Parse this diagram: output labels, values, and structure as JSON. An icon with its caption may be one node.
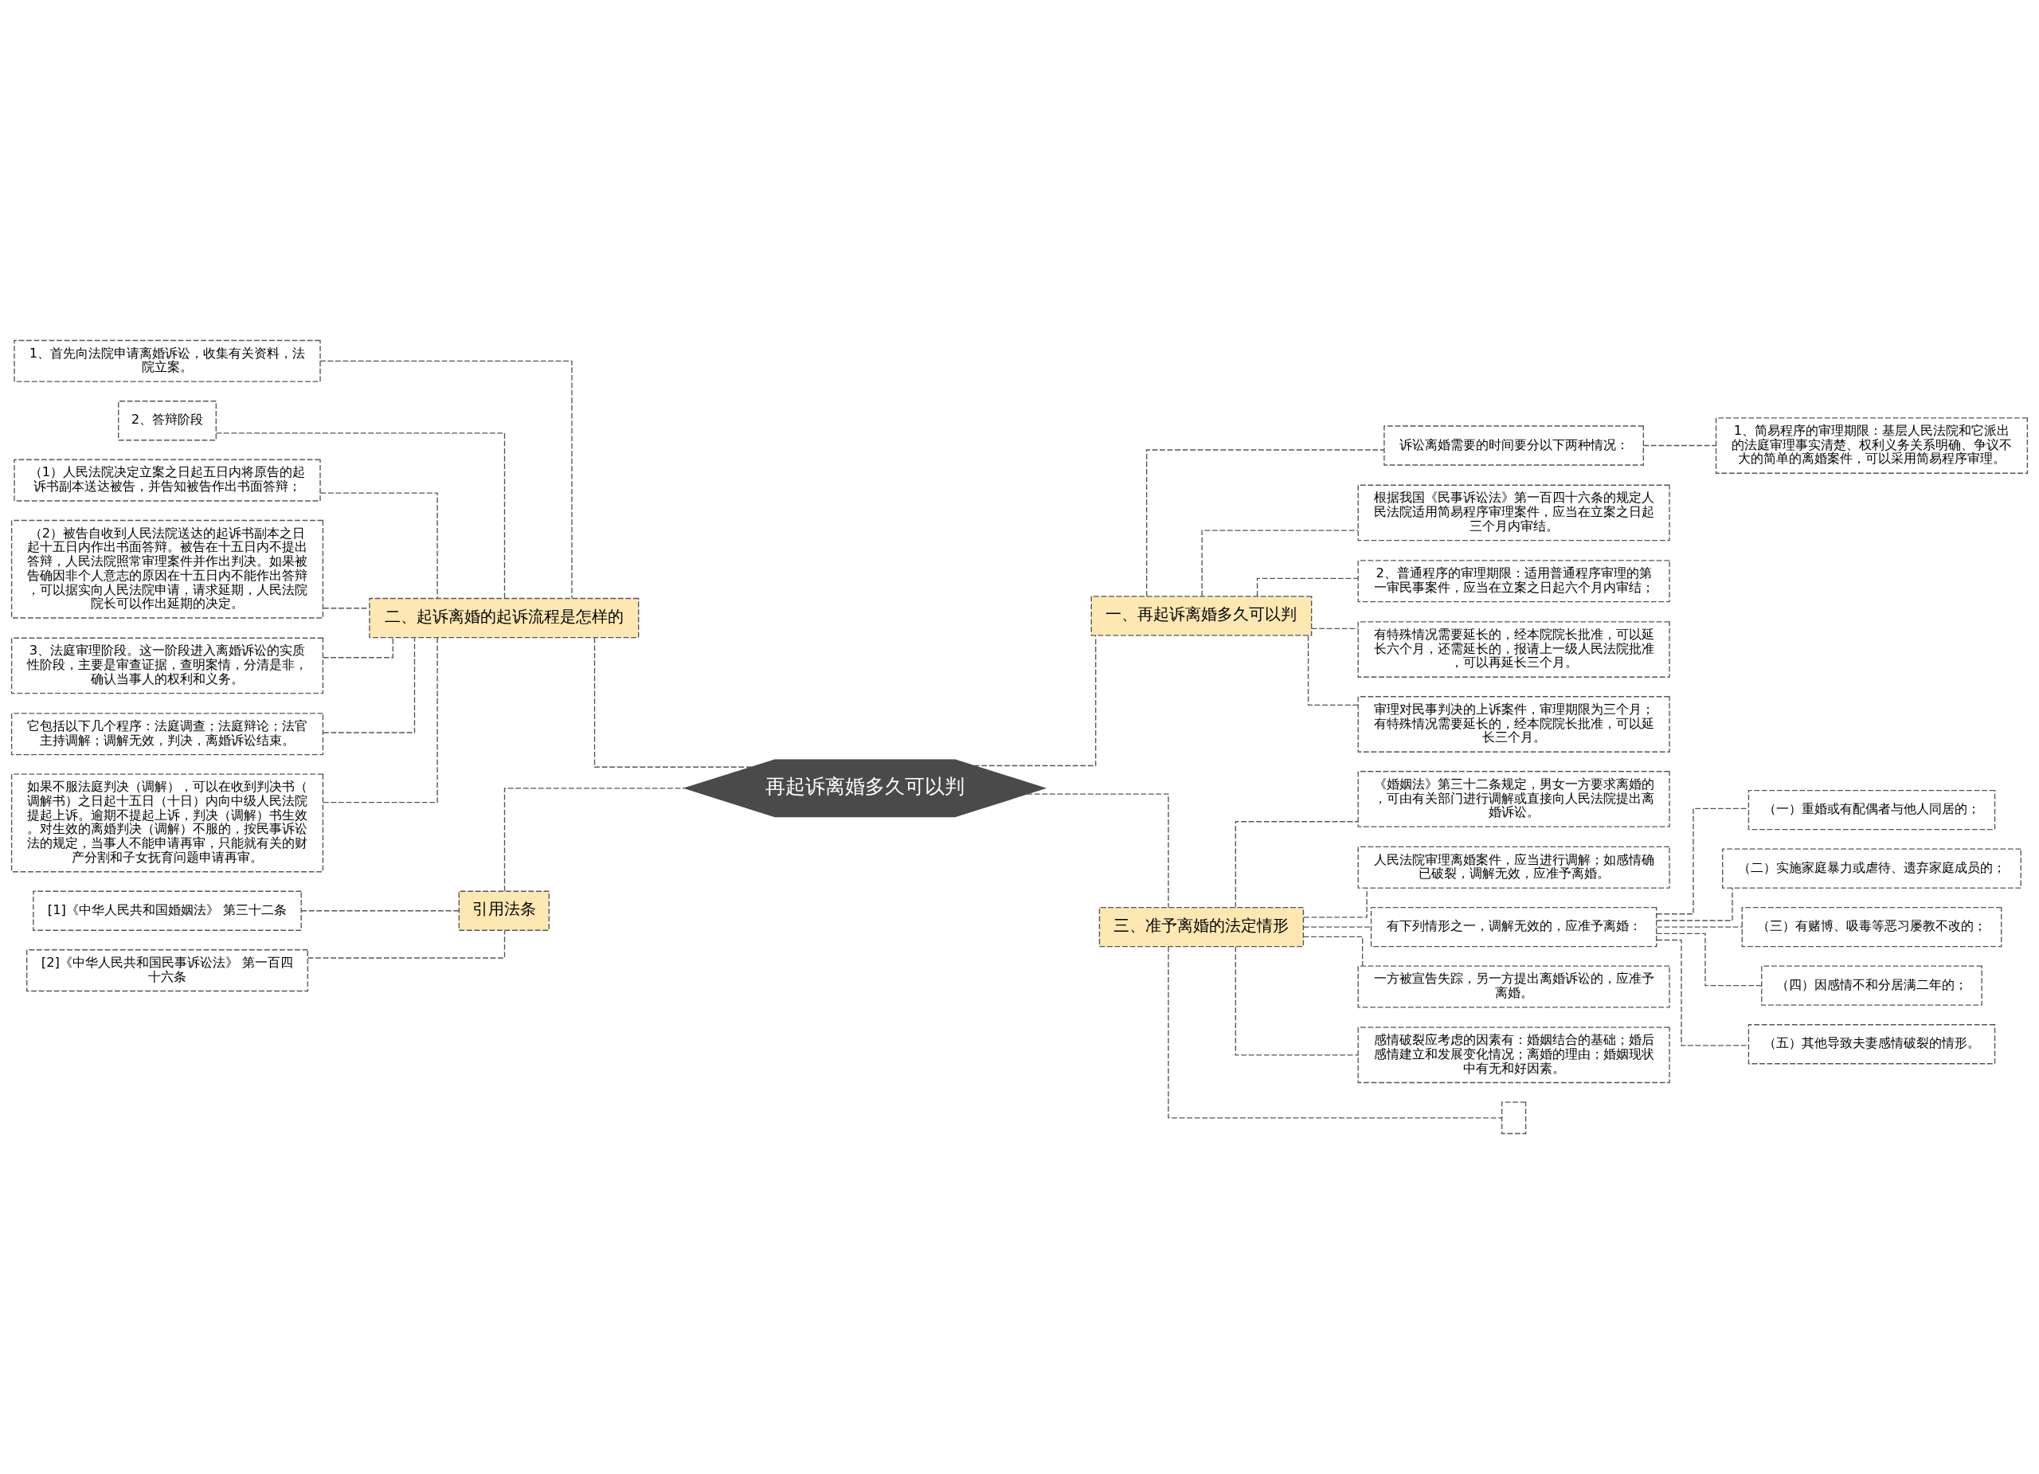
{
  "diagram": {
    "nodes": [
      {
        "text": [
          "再起诉离婚多久可以判"
        ]
      },
      {
        "text": [
          "一、再起诉离婚多久可以判"
        ]
      },
      {
        "text": [
          "诉讼离婚需要的时间要分以下两种情况："
        ]
      },
      {
        "text": [
          "1、简易程序的审理期限：基层人民法院和它派出的法庭审理事实清楚、权利义务关系明确、争议不大的简单的离婚案件，可以采用简易程序审理。"
        ]
      },
      {
        "text": [
          "根据我国《民事诉讼法》第一百四十六条的规定人民法院适用简易程序审理案件，应当在立案之日起三个月内审结。"
        ]
      },
      {
        "text": [
          "2、普通程序的审理期限：适用普通程序审理的第一审民事案件，应当在立案之日起六个月内审结；"
        ]
      },
      {
        "text": [
          "有特殊情况需要延长的，经本院院长批准，可以延长六个月，还需延长的，报请上一级人民法院批准，可以再延长三个月。"
        ]
      },
      {
        "text": [
          "审理对民事判决的上诉案件，审理期限为三个月；有特殊情况需要延长的，经本院院长批准，可以延长三个月。"
        ]
      },
      {
        "text": [
          "二、起诉离婚的起诉流程是怎样的"
        ]
      },
      {
        "text": [
          "1、首先向法院申请离婚诉讼，收集有关资料，法院立案。"
        ]
      },
      {
        "text": [
          "2、答辩阶段"
        ]
      },
      {
        "text": [
          "（1）人民法院决定立案之日起五日内将原告的起诉书副本送达被告，并告知被告作出书面答辩；"
        ]
      },
      {
        "text": [
          "（2）被告自收到人民法院送达的起诉书副本之日起十五日内作出书面答辩。被告在十五日内不提出答辩，人民法院照常审理案件并作出判决。如果被告确因非个人意志的原因在十五日内不能作出答辩，可以据实向人民法院申请，请求延期，人民法院院长可以作出延期的决定。"
        ]
      },
      {
        "text": [
          "3、法庭审理阶段。这一阶段进入离婚诉讼的实质性阶段，主要是审查证据，查明案情，分清是非，确认当事人的权利和义务。"
        ]
      },
      {
        "text": [
          "它包括以下几个程序：法庭调查；法庭辩论；法官主持调解；调解无效，判决，离婚诉讼结束。"
        ]
      },
      {
        "text": [
          "如果不服法庭判决（调解），可以在收到判决书（调解书）之日起十五日（十日）内向中级人民法院提起上诉。逾期不提起上诉，判决（调解）书生效。对生效的离婚判决（调解）不服的，按民事诉讼法的规定，当事人不能申请再审，只能就有关的财产分割和子女抚育问题申请再审。"
        ]
      },
      {
        "text": [
          "引用法条"
        ]
      },
      {
        "text": [
          "[1]《中华人民共和国婚姻法》 第三十二条"
        ]
      },
      {
        "text": [
          "[2]《中华人民共和国民事诉讼法》 第一百四十六条"
        ]
      },
      {
        "text": [
          "三、准予离婚的法定情形"
        ]
      },
      {
        "text": [
          "《婚姻法》第三十二条规定，男女一方要求离婚的，可由有关部门进行调解或直接向人民法院提出离婚诉讼。"
        ]
      },
      {
        "text": [
          "人民法院审理离婚案件，应当进行调解；如感情确已破裂，调解无效，应准予离婚。"
        ]
      },
      {
        "text": [
          "有下列情形之一，调解无效的，应准予离婚："
        ]
      },
      {
        "text": [
          "（一）重婚或有配偶者与他人同居的；"
        ]
      },
      {
        "text": [
          "（二）实施家庭暴力或虐待、遗弃家庭成员的；"
        ]
      },
      {
        "text": [
          "（三）有赌博、吸毒等恶习屡教不改的；"
        ]
      },
      {
        "text": [
          "（四）因感情不和分居满二年的；"
        ]
      },
      {
        "text": [
          "（五）其他导致夫妻感情破裂的情形。"
        ]
      },
      {
        "text": [
          "一方被宣告失踪，另一方提出离婚诉讼的，应准予离婚。"
        ]
      },
      {
        "text": [
          "感情破裂应考虑的因素有：婚姻结合的基础；婚后感情建立和发展变化情况；离婚的理由；婚姻现状中有无和好因素。"
        ]
      },
      {
        "text": [],
        "shape": "box"
      }
    ],
    "edges": [
      {
        "from": 0,
        "to": 1,
        "arrow": "none",
        "style": "dashed"
      },
      {
        "from": 1,
        "to": 2,
        "arrow": "none",
        "style": "dashed"
      },
      {
        "from": 2,
        "to": 3,
        "arrow": "none",
        "style": "dashed"
      },
      {
        "from": 1,
        "to": 4,
        "arrow": "none",
        "style": "dashed"
      },
      {
        "from": 1,
        "to": 5,
        "arrow": "none",
        "style": "dashed"
      },
      {
        "from": 1,
        "to": 6,
        "arrow": "none",
        "style": "dashed"
      },
      {
        "from": 1,
        "to": 7,
        "arrow": "none",
        "style": "dashed"
      },
      {
        "from": 0,
        "to": 8,
        "arrow": "none",
        "style": "dashed"
      },
      {
        "from": 8,
        "to": 9,
        "arrow": "none",
        "style": "dashed"
      },
      {
        "from": 8,
        "to": 10,
        "arrow": "none",
        "style": "dashed"
      },
      {
        "from": 8,
        "to": 11,
        "arrow": "none",
        "style": "dashed"
      },
      {
        "from": 8,
        "to": 12,
        "arrow": "none",
        "style": "dashed"
      },
      {
        "from": 8,
        "to": 13,
        "arrow": "none",
        "style": "dashed"
      },
      {
        "from": 8,
        "to": 14,
        "arrow": "none",
        "style": "dashed"
      },
      {
        "from": 8,
        "to": 15,
        "arrow": "none",
        "style": "dashed"
      },
      {
        "from": 0,
        "to": 16,
        "arrow": "none",
        "style": "dashed"
      },
      {
        "from": 16,
        "to": 17,
        "arrow": "none",
        "style": "dashed"
      },
      {
        "from": 16,
        "to": 18,
        "arrow": "none",
        "style": "dashed"
      },
      {
        "from": 0,
        "to": 19,
        "arrow": "none",
        "style": "dashed"
      },
      {
        "from": 19,
        "to": 20,
        "arrow": "none",
        "style": "dashed"
      },
      {
        "from": 19,
        "to": 21,
        "arrow": "none",
        "style": "dashed"
      },
      {
        "from": 19,
        "to": 22,
        "arrow": "none",
        "style": "dashed"
      },
      {
        "from": 22,
        "to": 23,
        "arrow": "none",
        "style": "dashed"
      },
      {
        "from": 22,
        "to": 24,
        "arrow": "none",
        "style": "dashed"
      },
      {
        "from": 22,
        "to": 25,
        "arrow": "none",
        "style": "dashed"
      },
      {
        "from": 22,
        "to": 26,
        "arrow": "none",
        "style": "dashed"
      },
      {
        "from": 22,
        "to": 27,
        "arrow": "none",
        "style": "dashed"
      },
      {
        "from": 19,
        "to": 28,
        "arrow": "none",
        "style": "dashed"
      },
      {
        "from": 19,
        "to": 29,
        "arrow": "none",
        "style": "dashed"
      },
      {
        "from": 19,
        "to": 30,
        "arrow": "none",
        "style": "dashed"
      }
    ]
  }
}
